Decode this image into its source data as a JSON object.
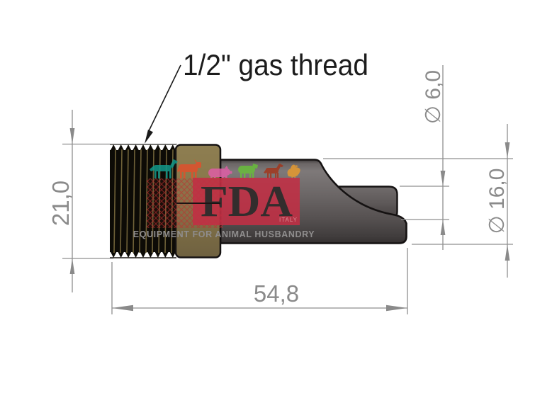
{
  "drawing": {
    "callout": "1/2\" gas thread",
    "dimensions": {
      "thread_height": "21,0",
      "overall_length": "54,8",
      "tip_diameter": "∅ 6,0",
      "body_diameter": "∅ 16,0"
    },
    "watermark": {
      "brand": "FDA",
      "brand_country": "ITALY",
      "tagline": "EQUIPMENT FOR ANIMAL HUSBANDRY",
      "animal_icons": [
        "horse-icon",
        "cow-icon",
        "pig-icon",
        "sheep-icon",
        "foal-icon",
        "hen-icon"
      ],
      "animal_colors": [
        "#11988a",
        "#e0502c",
        "#df5ea6",
        "#68bd3a",
        "#a2371d",
        "#e69a2f"
      ]
    },
    "colors": {
      "dimension_gray": "#8f8f8f",
      "outline_black": "#151212",
      "thread_black": "#0d0b06",
      "thread_line_olive": "#6f6138",
      "brass_hex": "#8a7a4e",
      "body_gray": "#6d6868",
      "watermark_red": "#c22f44"
    }
  }
}
